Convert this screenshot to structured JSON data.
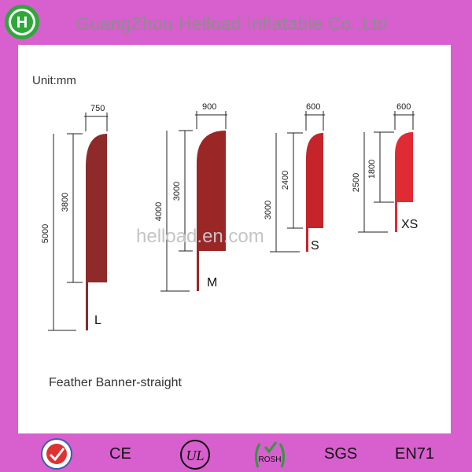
{
  "header": {
    "company": "GuangZhou Helload Inflatable Co.,Ltd",
    "logo_letter": "H"
  },
  "unit_label": "Unit:mm",
  "watermark": "helload.en.com",
  "caption": "Feather Banner-straight",
  "banners": [
    {
      "size": "L",
      "width_label": "750",
      "flag_label": "3800",
      "total_label": "5000",
      "color": "#8e2a2a"
    },
    {
      "size": "M",
      "width_label": "900",
      "flag_label": "3000",
      "total_label": "4000",
      "color": "#9a2626"
    },
    {
      "size": "S",
      "width_label": "600",
      "flag_label": "2400",
      "total_label": "3000",
      "color": "#c4242a"
    },
    {
      "size": "XS",
      "width_label": "600",
      "flag_label": "1800",
      "total_label": "2500",
      "color": "#e02a34"
    }
  ],
  "certifications": {
    "ce": "CE",
    "ul": "UL",
    "rosh": "ROSH",
    "sgs": "SGS",
    "en71": "EN71"
  },
  "colors": {
    "background": "#d85fce",
    "panel": "#ffffff"
  }
}
